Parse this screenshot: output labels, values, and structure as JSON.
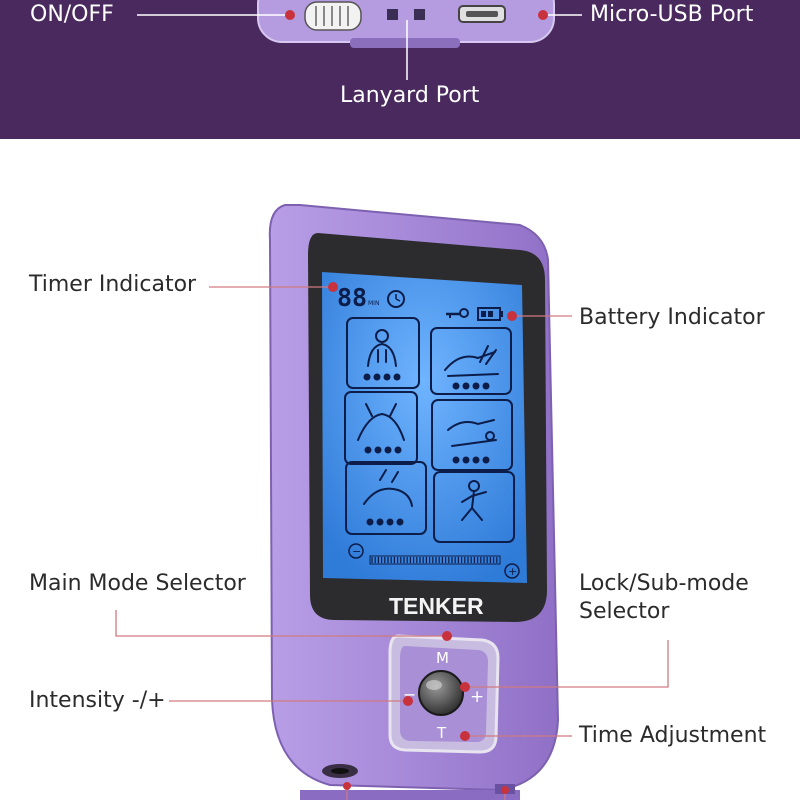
{
  "top_labels": {
    "on_off": "ON/OFF",
    "micro_usb": "Micro-USB Port",
    "lanyard": "Lanyard Port"
  },
  "labels": {
    "timer": "Timer Indicator",
    "battery": "Battery Indicator",
    "main_mode": "Main Mode Selector",
    "lock_line1": "Lock/Sub-mode",
    "lock_line2": "Selector",
    "intensity": "Intensity -/+",
    "time_adjust": "Time Adjustment"
  },
  "device": {
    "brand": "TENKER",
    "timer_digits": "88",
    "timer_unit": "MIN",
    "key_m": "M",
    "key_t": "T",
    "key_minus": "−",
    "key_plus": "+",
    "bar_minus": "−",
    "bar_plus": "+"
  },
  "colors": {
    "header_band": "#4a2a5e",
    "device_body": "#a688d8",
    "screen_blue": "#3d8fe6",
    "marker_red": "#c8323c",
    "leader_line": "#d07a80"
  },
  "icons": [
    "back-massage-icon",
    "hand-massage-icon",
    "wrist-massage-icon",
    "foot-massage-icon",
    "arm-massage-icon",
    "exercise-figure-icon",
    "clock-icon",
    "key-icon",
    "battery-icon"
  ]
}
